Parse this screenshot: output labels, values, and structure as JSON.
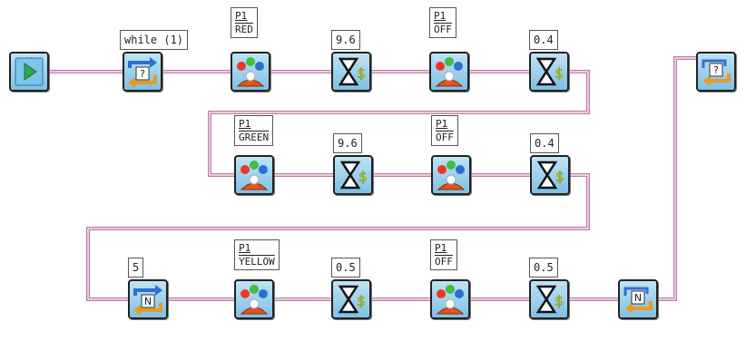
{
  "diagram": {
    "label_while": "while (1)",
    "loop_count": "5",
    "steps_row1": [
      {
        "port": "P1",
        "color": "RED"
      },
      {
        "delay": "9.6"
      },
      {
        "port": "P1",
        "color": "OFF"
      },
      {
        "delay": "0.4"
      }
    ],
    "steps_row2": [
      {
        "port": "P1",
        "color": "GREEN"
      },
      {
        "delay": "9.6"
      },
      {
        "port": "P1",
        "color": "OFF"
      },
      {
        "delay": "0.4"
      }
    ],
    "steps_row3": [
      {
        "port": "P1",
        "color": "YELLOW"
      },
      {
        "delay": "0.5"
      },
      {
        "port": "P1",
        "color": "OFF"
      },
      {
        "delay": "0.5"
      }
    ],
    "icons": {
      "start": "play-icon",
      "while_loop": "while-loop-icon",
      "loop_end": "while-loop-end-icon",
      "count_loop": "count-loop-icon",
      "count_loop_end": "count-loop-end-icon",
      "output": "light-output-icon",
      "wait": "hourglass-icon"
    },
    "colors": {
      "wire": "#c27aa8",
      "block_bg": "#9fd3ee",
      "play": "#2fa84a",
      "loop_arrow_blue": "#2e6fd1",
      "loop_arrow_orange": "#e89a22"
    }
  }
}
